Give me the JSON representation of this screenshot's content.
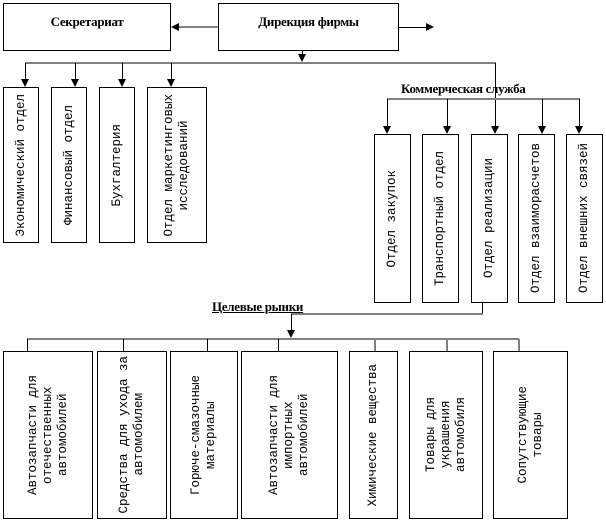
{
  "top": {
    "secretariat": "Секретариат",
    "directorate": "Дирекция фирмы"
  },
  "left_departments": [
    "Экономический отдел",
    "Финансовый отдел",
    "Бухгалтерия",
    "Отдел маркетинговых\nисследований"
  ],
  "commercial": {
    "title": "Коммерческая служба",
    "departments": [
      "Отдел закупок",
      "Транспортный отдел",
      "Отдел реализации",
      "Отдел взаиморасчетов",
      "Отдел внешних связей"
    ]
  },
  "markets": {
    "title": "Целевые рынки",
    "items": [
      "Автозапчасти для\nотечественных\nавтомобилей",
      "Средства для ухода за\nавтомобилем",
      "Горюче-смазочные\nматериалы",
      "Автозапчасти для\nимпортных\nавтомобилей",
      "Химические вещества",
      "Товары для\nукрашения\nавтомобиля",
      "Сопутствующие\nтовары"
    ]
  }
}
